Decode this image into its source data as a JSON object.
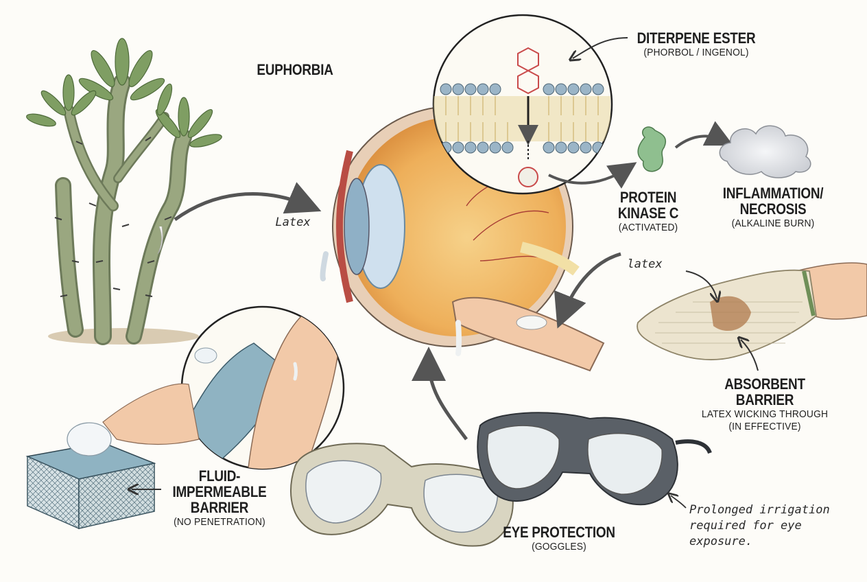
{
  "labels": {
    "euphorbia": "EUPHORBIA",
    "diterpene_title": "DITERPENE ESTER",
    "diterpene_sub": "(PHORBOL / INGENOL)",
    "latex_left": "Latex",
    "pkc_title_1": "PROTEIN",
    "pkc_title_2": "KINASE C",
    "pkc_sub": "(ACTIVATED)",
    "inflam_title_1": "INFLAMMATION/",
    "inflam_title_2": "NECROSIS",
    "inflam_sub": "(ALKALINE BURN)",
    "latex_right": "latex",
    "absorbent_title_1": "ABSORBENT",
    "absorbent_title_2": "BARRIER",
    "absorbent_sub_1": "LATEX WICKING THROUGH",
    "absorbent_sub_2": "(IN EFFECTIVE)",
    "fluid_title_1": "FLUID-",
    "fluid_title_2": "IMPERMEABLE",
    "fluid_title_3": "BARRIER",
    "fluid_sub": "(NO PENETRATION)",
    "eye_title": "EYE PROTECTION",
    "eye_sub": "(GOGGLES)",
    "note_1": "Prolonged irrigation",
    "note_2": "required for eye",
    "note_3": "exposure."
  },
  "colors": {
    "plant_stem": "#8f9a78",
    "plant_leaf": "#7f9e63",
    "eye_retina": "#f0b45e",
    "lens": "#cfe0ee",
    "glove_blue": "#8fb3c2",
    "glove_knit": "#ece4cf",
    "skin": "#f2c9a8",
    "goggle_dark": "#4a4f55",
    "goggle_light": "#b9b49a",
    "pkc_green": "#8fbf8f",
    "cloud": "#e6e8ec",
    "membrane_head": "#9bb5c7",
    "membrane_tail": "#e6d49a",
    "molecule_red": "#c94a4a"
  }
}
